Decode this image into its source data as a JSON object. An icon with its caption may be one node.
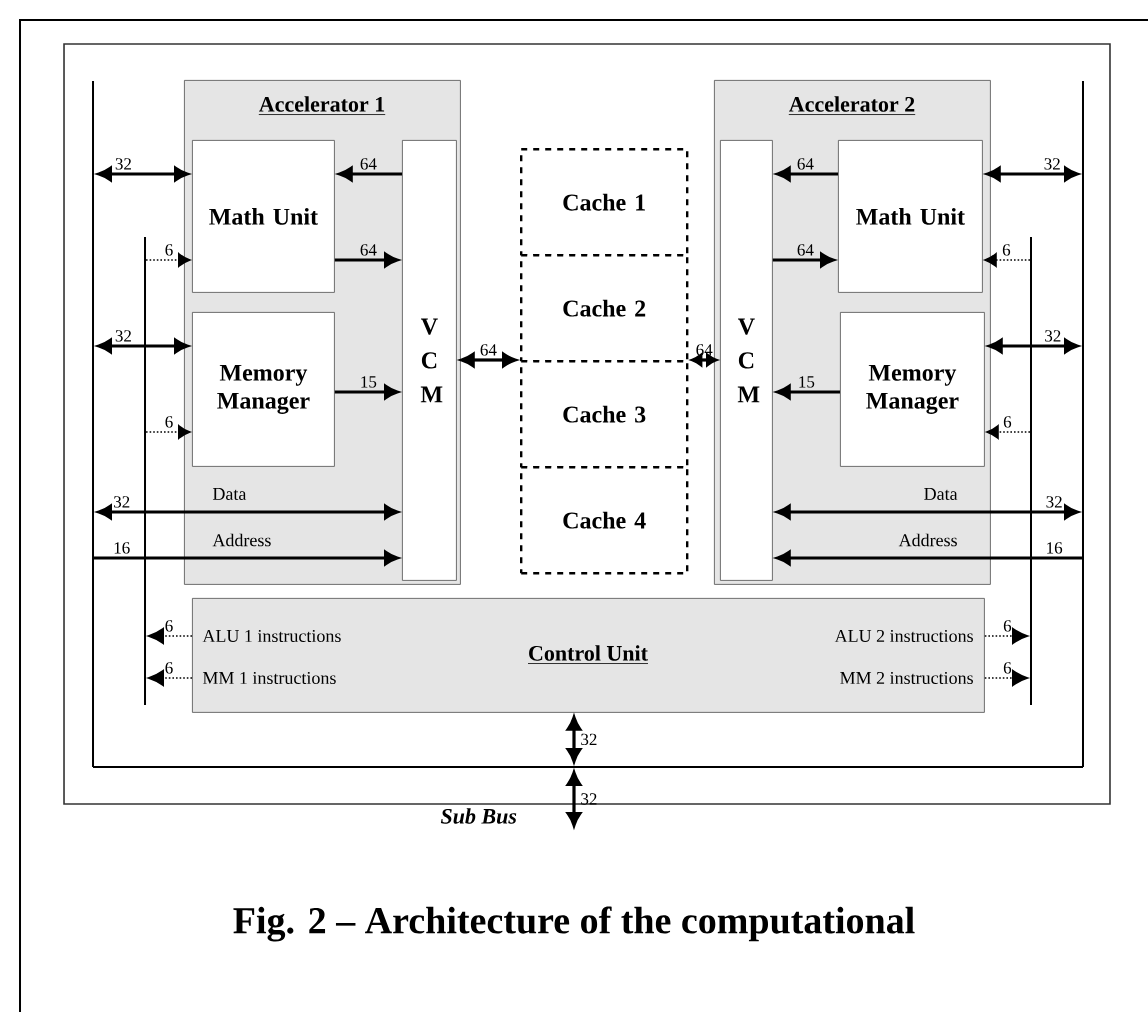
{
  "diagram": {
    "caption": "Fig. 2 – Architecture of the computational",
    "nodes": [
      {
        "text": [
          "Accelerator 1"
        ]
      },
      {
        "text": [
          "Math Unit"
        ],
        "in": 0
      },
      {
        "text": [
          "Memory Manager"
        ],
        "in": 0
      },
      {
        "text": [
          "V C M"
        ],
        "in": 0
      },
      {
        "text": [
          "Cache 1"
        ]
      },
      {
        "text": [
          "Cache 2"
        ]
      },
      {
        "text": [
          "Cache 3"
        ]
      },
      {
        "text": [
          "Cache 4"
        ]
      },
      {
        "text": [
          "Accelerator 2"
        ]
      },
      {
        "text": [
          "V C M"
        ],
        "in": 8
      },
      {
        "text": [
          "Math Unit"
        ],
        "in": 8
      },
      {
        "text": [
          "Memory Manager"
        ],
        "in": 8
      },
      {
        "text": [
          "Control Unit",
          "ALU 1 instructions",
          "MM 1 instructions",
          "ALU 2 instructions",
          "MM 2 instructions"
        ]
      },
      {
        "text": [],
        "shape": "bar"
      },
      {
        "text": [],
        "shape": "bar"
      },
      {
        "text": [],
        "shape": "bar"
      },
      {
        "text": [],
        "shape": "bar"
      },
      {
        "text": [],
        "shape": "bar"
      }
    ],
    "edges": [
      {
        "from": 13,
        "to": 1,
        "arrow": "both",
        "label": "32"
      },
      {
        "from": 14,
        "to": 1,
        "arrow": "to",
        "label": "6",
        "style": "dashed"
      },
      {
        "from": 13,
        "to": 2,
        "arrow": "both",
        "label": "32"
      },
      {
        "from": 14,
        "to": 2,
        "arrow": "to",
        "label": "6",
        "style": "dashed"
      },
      {
        "from": 13,
        "to": 3,
        "arrow": "both",
        "label": "32"
      },
      {
        "from": 13,
        "to": 3,
        "arrow": "to",
        "label": "16"
      },
      {
        "from": 3,
        "to": 1,
        "arrow": "to",
        "label": "64"
      },
      {
        "from": 1,
        "to": 3,
        "arrow": "to",
        "label": "64"
      },
      {
        "from": 2,
        "to": 3,
        "arrow": "to",
        "label": "15"
      },
      {
        "from": 3,
        "to": 5,
        "arrow": "both",
        "label": "64"
      },
      {
        "from": 5,
        "to": 9,
        "arrow": "both",
        "label": "64"
      },
      {
        "from": 10,
        "to": 9,
        "arrow": "to",
        "label": "64"
      },
      {
        "from": 9,
        "to": 10,
        "arrow": "to",
        "label": "64"
      },
      {
        "from": 11,
        "to": 9,
        "arrow": "to",
        "label": "15"
      },
      {
        "from": 16,
        "to": 10,
        "arrow": "both",
        "label": "32"
      },
      {
        "from": 15,
        "to": 10,
        "arrow": "to",
        "label": "6",
        "style": "dashed"
      },
      {
        "from": 16,
        "to": 11,
        "arrow": "both",
        "label": "32"
      },
      {
        "from": 15,
        "to": 11,
        "arrow": "to",
        "label": "6",
        "style": "dashed"
      },
      {
        "from": 9,
        "to": 16,
        "arrow": "both",
        "label": "32"
      },
      {
        "from": 16,
        "to": 9,
        "arrow": "to",
        "label": "16"
      },
      {
        "from": 12,
        "to": 14,
        "arrow": "to",
        "label": "6",
        "style": "dashed"
      },
      {
        "from": 12,
        "to": 14,
        "arrow": "to",
        "label": "6",
        "style": "dashed"
      },
      {
        "from": 12,
        "to": 15,
        "arrow": "to",
        "label": "6",
        "style": "dashed"
      },
      {
        "from": 12,
        "to": 15,
        "arrow": "to",
        "label": "6",
        "style": "dashed"
      },
      {
        "from": 12,
        "to": 17,
        "arrow": "both",
        "label": "32"
      },
      {
        "from": 17,
        "to": null,
        "arrow": "both",
        "label": "32"
      }
    ],
    "labels": [
      "Data",
      "Address",
      "Data",
      "Address",
      "Sub Bus"
    ]
  }
}
